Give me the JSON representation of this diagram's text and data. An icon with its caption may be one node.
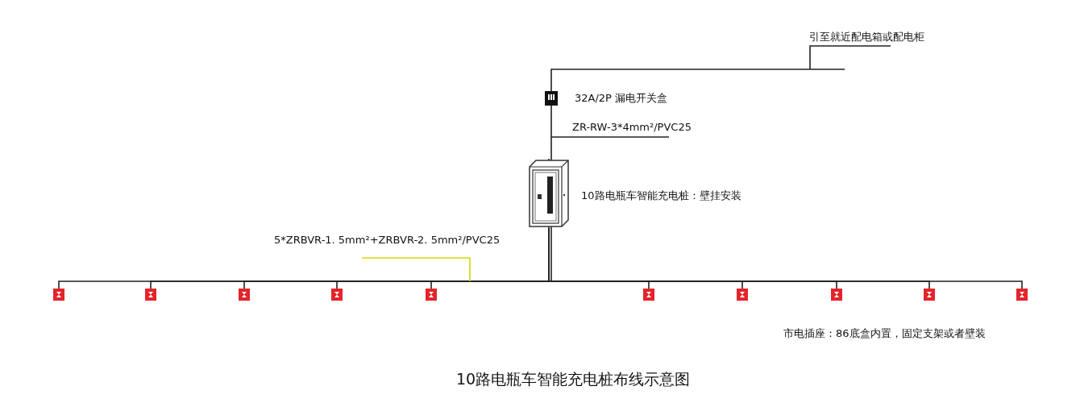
{
  "diagram": {
    "caption": "10路电瓶车智能充电桩布线示意图",
    "nodes": [
      {
        "text": [],
        "shape": "box",
        "beside": [
          "32A/2P 漏电开关盒"
        ]
      },
      {
        "text": [],
        "shape": "picture",
        "beside": [
          "10路电瓶车智能充电桩：壁挂安装"
        ]
      },
      {
        "text": [],
        "shape": "box"
      },
      {
        "text": [],
        "shape": "box"
      },
      {
        "text": [],
        "shape": "box"
      },
      {
        "text": [],
        "shape": "box"
      },
      {
        "text": [],
        "shape": "box"
      },
      {
        "text": [],
        "shape": "box"
      },
      {
        "text": [],
        "shape": "box"
      },
      {
        "text": [],
        "shape": "box"
      },
      {
        "text": [],
        "shape": "box"
      },
      {
        "text": [],
        "shape": "box"
      },
      {
        "text": [
          "引至就近配电箱或配电柜"
        ]
      },
      {
        "text": [
          "ZR-RW-3*4mm²/PVC25"
        ]
      },
      {
        "text": [
          "5*ZRBVR-1. 5mm²+ZRBVR-2. 5mm²/PVC25"
        ]
      }
    ],
    "edges": [
      {
        "from": 0,
        "to": null,
        "arrow": "none"
      },
      {
        "from": 0,
        "to": 1,
        "arrow": "none"
      },
      {
        "from": 1,
        "to": 2,
        "arrow": "none"
      },
      {
        "from": 1,
        "to": 3,
        "arrow": "none"
      },
      {
        "from": 1,
        "to": 4,
        "arrow": "none"
      },
      {
        "from": 1,
        "to": 5,
        "arrow": "none"
      },
      {
        "from": 1,
        "to": 6,
        "arrow": "none"
      },
      {
        "from": 1,
        "to": 7,
        "arrow": "none"
      },
      {
        "from": 1,
        "to": 8,
        "arrow": "none"
      },
      {
        "from": 1,
        "to": 9,
        "arrow": "none"
      },
      {
        "from": 1,
        "to": 10,
        "arrow": "none"
      },
      {
        "from": 1,
        "to": 11,
        "arrow": "none"
      },
      {
        "from": 12,
        "to": null,
        "arrow": "none"
      },
      {
        "from": 13,
        "to": null,
        "arrow": "none"
      },
      {
        "from": 14,
        "to": null,
        "arrow": "none",
        "color": "#d8d800"
      }
    ],
    "labels": [
      "市电插座：86底盒内置，固定支架或者壁装"
    ]
  }
}
